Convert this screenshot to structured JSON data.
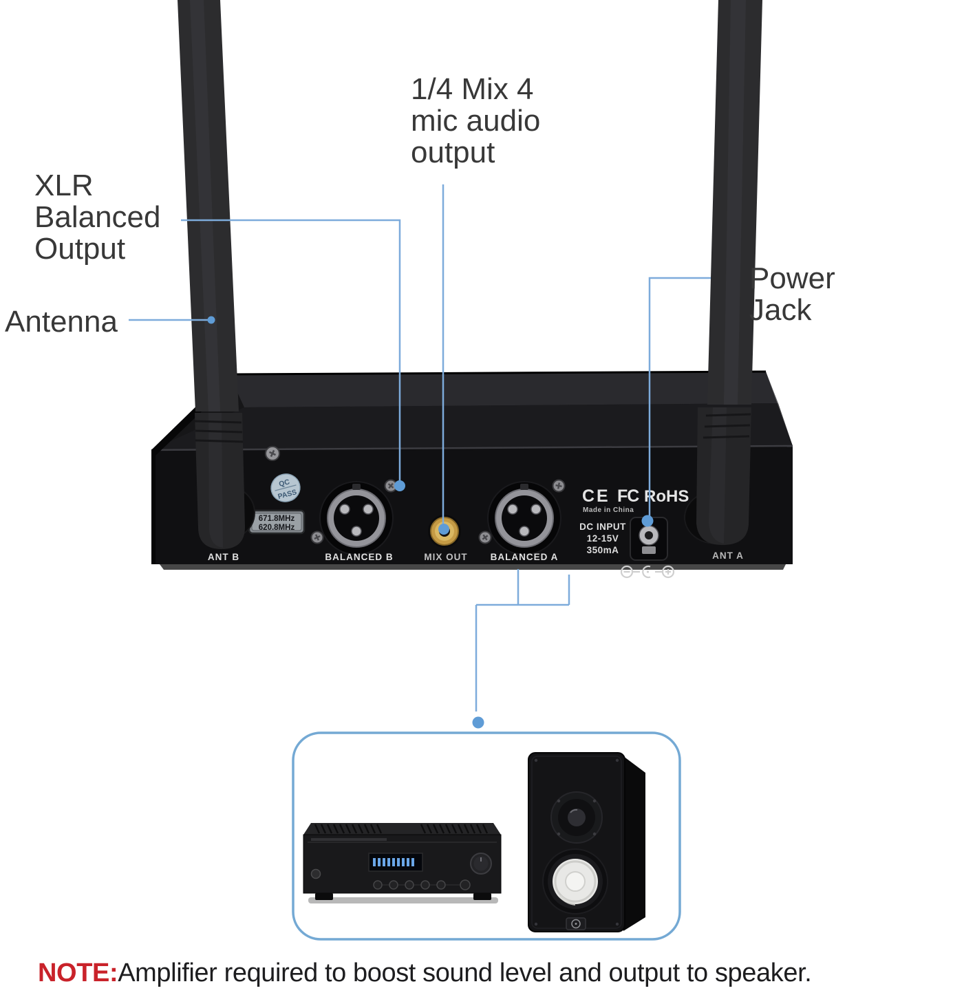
{
  "colors": {
    "callout_line": "#7dabdb",
    "callout_dot": "#5f9cd6",
    "box_border": "#74a9d4",
    "note_red": "#c9222a"
  },
  "annotations": {
    "xlr": {
      "line1": "XLR",
      "line2": "Balanced",
      "line3": "Output"
    },
    "antenna": {
      "label": "Antenna"
    },
    "mix": {
      "line1": "1/4 Mix 4",
      "line2": "mic audio",
      "line3": "output"
    },
    "power": {
      "line1": "Power",
      "line2": "Jack"
    }
  },
  "receiver": {
    "qc_sticker": {
      "line1": "QC",
      "line2": "PASS"
    },
    "freq_label": {
      "line1": "671.8MHz",
      "line2": "620.8MHz"
    },
    "port_labels": {
      "ant_b": "ANT B",
      "balanced_b": "BALANCED B",
      "mix_out": "MIX OUT",
      "balanced_a": "BALANCED A",
      "ant_a": "ANT A"
    },
    "cert": {
      "ce": "CE",
      "fcc": "FC",
      "rohs": "RoHS",
      "made_in": "Made in China"
    },
    "dc_input": {
      "line1": "DC INPUT",
      "line2": "12-15V",
      "line3": "350mA"
    }
  },
  "note": {
    "prefix": "NOTE:",
    "text": "Amplifier required to boost sound level and output to speaker."
  }
}
